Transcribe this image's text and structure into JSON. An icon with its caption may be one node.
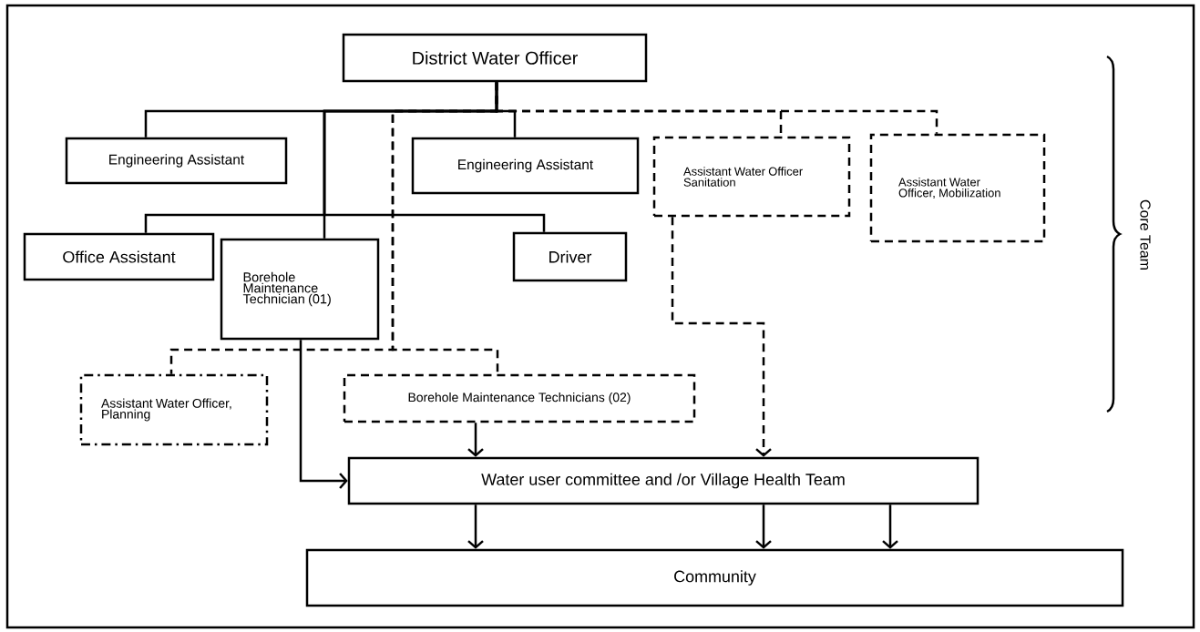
{
  "diagram": {
    "nodes": [
      {
        "text": [
          "District Water Officer"
        ]
      },
      {
        "text": [
          "Engineering Assistant"
        ]
      },
      {
        "text": [
          "Engineering Assistant"
        ]
      },
      {
        "text": [
          "Assistant Water Officer Sanitation"
        ]
      },
      {
        "text": [
          "Assistant Water Officer, Mobilization"
        ]
      },
      {
        "text": [
          "Office Assistant"
        ]
      },
      {
        "text": [
          "Borehole Maintenance Technician (01)"
        ]
      },
      {
        "text": [
          "Driver"
        ]
      },
      {
        "text": [
          "Assistant Water Officer, Planning"
        ]
      },
      {
        "text": [
          "Borehole Maintenance Technicians (02)"
        ]
      },
      {
        "text": [
          "Water user committee and /or Village Health Team"
        ]
      },
      {
        "text": [
          "Community"
        ]
      }
    ],
    "edges": [
      {
        "from": 0,
        "to": 1,
        "arrow": "none"
      },
      {
        "from": 0,
        "to": 2,
        "arrow": "none"
      },
      {
        "from": 0,
        "to": 3,
        "arrow": "none",
        "style": "dashed"
      },
      {
        "from": 0,
        "to": 4,
        "arrow": "none",
        "style": "dashed"
      },
      {
        "from": 0,
        "to": 5,
        "arrow": "none"
      },
      {
        "from": 0,
        "to": 6,
        "arrow": "none"
      },
      {
        "from": 0,
        "to": 7,
        "arrow": "none"
      },
      {
        "from": 0,
        "to": 8,
        "arrow": "none",
        "style": "dashed"
      },
      {
        "from": 0,
        "to": 9,
        "arrow": "none",
        "style": "dashed"
      },
      {
        "from": 6,
        "to": 10,
        "arrow": "to"
      },
      {
        "from": 9,
        "to": 10,
        "arrow": "to"
      },
      {
        "from": 3,
        "to": 10,
        "arrow": "to",
        "style": "dashed"
      },
      {
        "from": 10,
        "to": 11,
        "arrow": "to"
      },
      {
        "from": 10,
        "to": 11,
        "arrow": "to"
      },
      {
        "from": 10,
        "to": 11,
        "arrow": "to"
      }
    ],
    "labels": [
      "Core Team"
    ]
  }
}
